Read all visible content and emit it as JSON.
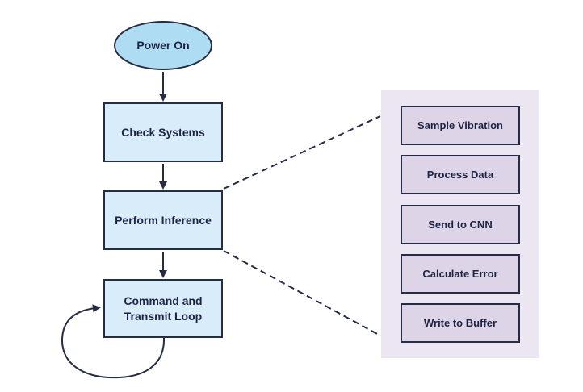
{
  "colors": {
    "background": "#ffffff",
    "stroke": "#262d42",
    "text": "#1d2342",
    "node_fill": "#d9ecf9",
    "start_fill": "#aeddf3",
    "panel_fill": "#ebe6f2",
    "panel_item_fill": "#ded4e8",
    "dash": "#3b3b44"
  },
  "flow": {
    "start": {
      "label": "Power On"
    },
    "steps": [
      {
        "label": "Check Systems"
      },
      {
        "label": "Perform Inference"
      },
      {
        "label": "Command and Transmit Loop"
      }
    ]
  },
  "panel": {
    "items": [
      {
        "label": "Sample Vibration"
      },
      {
        "label": "Process Data"
      },
      {
        "label": "Send to CNN"
      },
      {
        "label": "Calculate Error"
      },
      {
        "label": "Write to Buffer"
      }
    ]
  },
  "connections": [
    {
      "from": "Power On",
      "to": "Check Systems",
      "style": "solid-arrow"
    },
    {
      "from": "Check Systems",
      "to": "Perform Inference",
      "style": "solid-arrow"
    },
    {
      "from": "Perform Inference",
      "to": "Command and Transmit Loop",
      "style": "solid-arrow"
    },
    {
      "from": "Command and Transmit Loop",
      "to": "Command and Transmit Loop",
      "style": "self-loop-arrow"
    },
    {
      "from": "Perform Inference",
      "to": "detail-panel",
      "style": "dashed-expansion"
    }
  ]
}
